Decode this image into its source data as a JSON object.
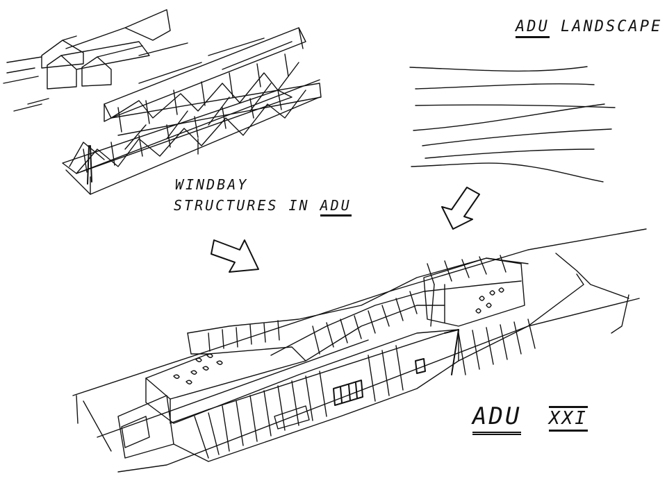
{
  "labels": {
    "top_right": {
      "prefix": "ADU",
      "rest": " LANDSCAPE"
    },
    "left_line1": "WINDBAY",
    "left_line2_prefix": "STRUCTURES IN ",
    "left_line2_suffix": "ADU",
    "bottom": {
      "prefix": "ADU",
      "rest": "XXI"
    }
  },
  "colors": {
    "ink": "#111111",
    "paper": "#ffffff"
  },
  "icons": [
    "arrow-down-icon",
    "arrow-right-icon"
  ]
}
